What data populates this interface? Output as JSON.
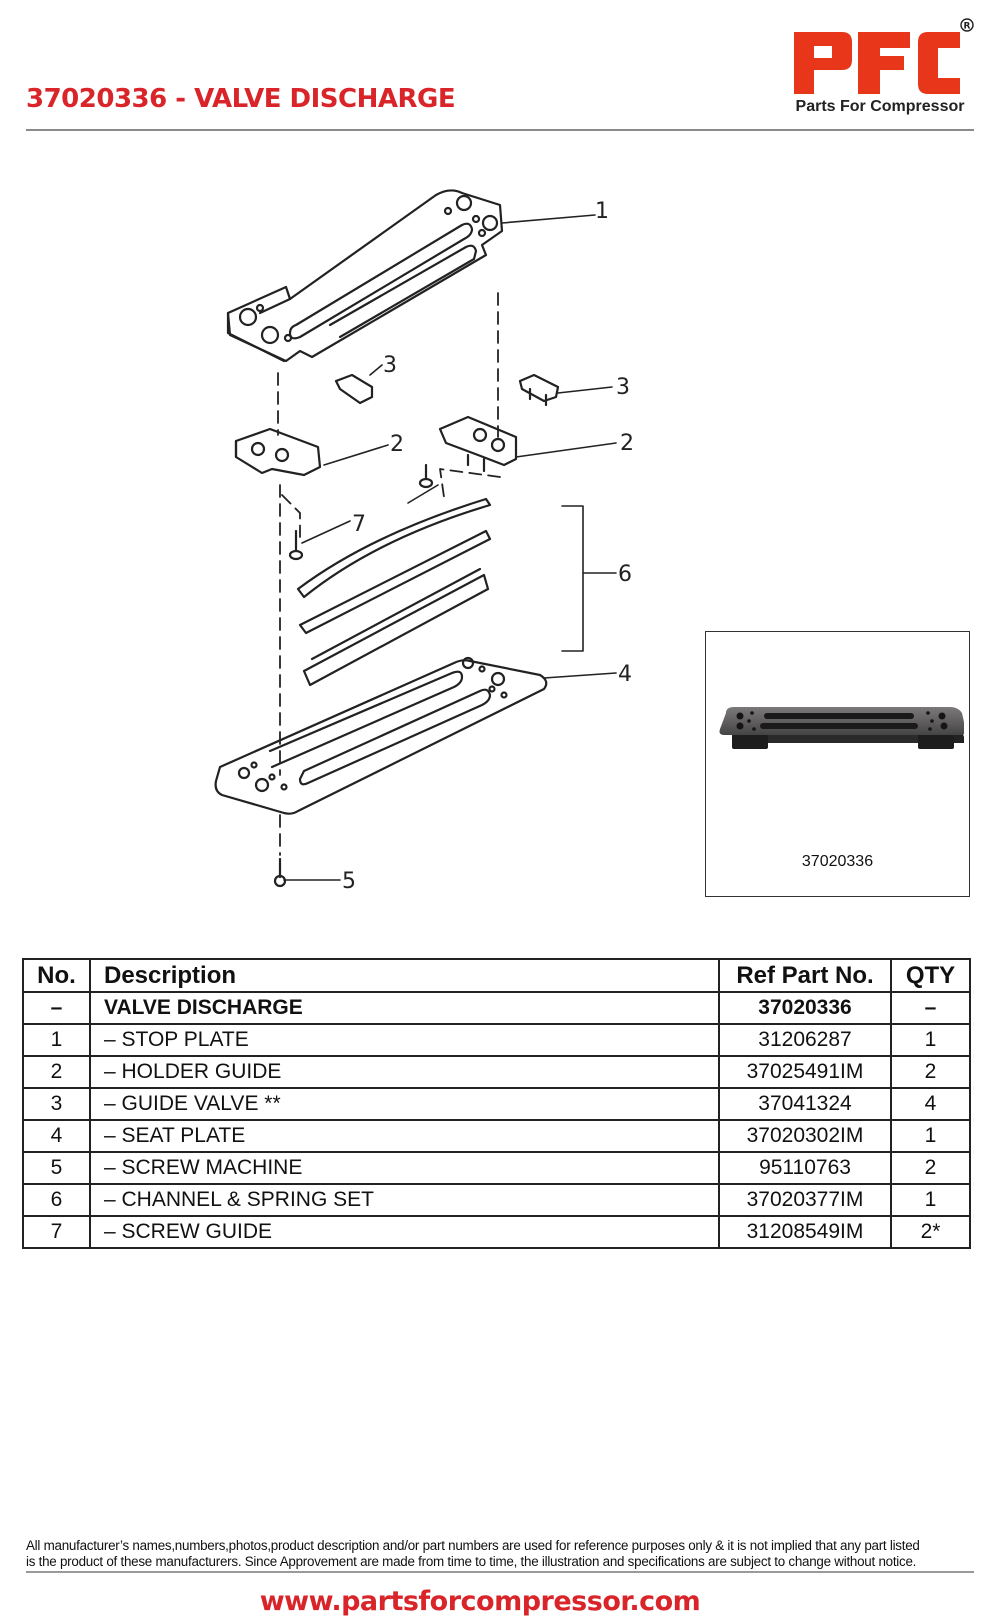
{
  "header": {
    "title": "37020336 - VALVE DISCHARGE",
    "brand_color": "#d9252a"
  },
  "logo": {
    "letters": "PFC",
    "registered_mark": "®",
    "tagline": "Parts For Compressor",
    "color": "#e8361b"
  },
  "diagram": {
    "callouts": [
      "1",
      "3",
      "3",
      "2",
      "2",
      "7",
      "6",
      "4",
      "5"
    ]
  },
  "photo": {
    "caption": "37020336"
  },
  "table": {
    "headers": {
      "no": "No.",
      "description": "Description",
      "ref_part_no": "Ref Part No.",
      "qty": "QTY"
    },
    "rows": [
      {
        "no": "–",
        "description": "VALVE DISCHARGE",
        "ref": "37020336",
        "qty": "–"
      },
      {
        "no": "1",
        "description": "– STOP PLATE",
        "ref": "31206287",
        "qty": "1"
      },
      {
        "no": "2",
        "description": "– HOLDER GUIDE",
        "ref": "37025491IM",
        "qty": "2"
      },
      {
        "no": "3",
        "description": "– GUIDE VALVE **",
        "ref": "37041324",
        "qty": "4"
      },
      {
        "no": "4",
        "description": "– SEAT PLATE",
        "ref": "37020302IM",
        "qty": "1"
      },
      {
        "no": "5",
        "description": "– SCREW MACHINE",
        "ref": "95110763",
        "qty": "2"
      },
      {
        "no": "6",
        "description": "– CHANNEL & SPRING SET",
        "ref": "37020377IM",
        "qty": "1"
      },
      {
        "no": "7",
        "description": "– SCREW GUIDE",
        "ref": "31208549IM",
        "qty": "2*"
      }
    ]
  },
  "footer": {
    "disclaimer_line1": "All manufacturer’s names,numbers,photos,product description and/or part numbers are used for reference purposes only & it is not implied that any part listed",
    "disclaimer_line2": "is the product of these manufacturers.  Since Approvement are made from time to time,  the illustration and specifications are subject to change without notice.",
    "url": "www.partsforcompressor.com"
  }
}
